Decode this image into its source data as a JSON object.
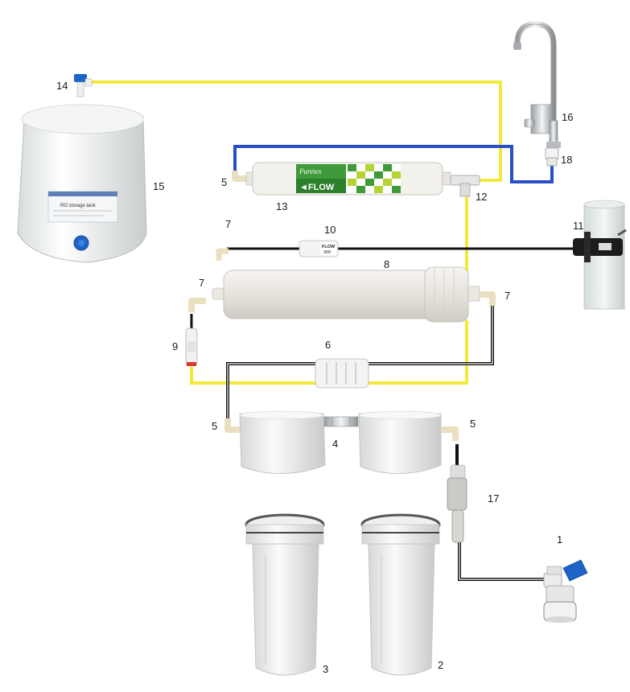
{
  "colors": {
    "yellow_tube": "#f2e93c",
    "blue_tube": "#2a4fc4",
    "black_tube": "#111111",
    "housing": "#eef0ef",
    "accent_blue": "#1e63c8",
    "green_block": "#3f9a3a",
    "lime_block": "#b5d334"
  },
  "labels": {
    "faucet": "16",
    "faucet_adapter": "18",
    "tank_valve": "14",
    "tank": "15",
    "postfilter_elbow": "5",
    "postfilter": "13",
    "tee": "12",
    "drain_elbow": "7",
    "flow_restrictor": "10",
    "drain_saddle": "11",
    "membrane_housing": "8",
    "membrane_elbow_left": "7",
    "membrane_elbow_right": "7",
    "check_valve": "9",
    "shutoff_valve": "6",
    "prefilter_elbow_left": "5",
    "nipple": "4",
    "prefilter_elbow_right": "5",
    "pressure_valve": "17",
    "housing_3": "3",
    "housing_2": "2",
    "feed_valve": "1"
  },
  "icons": {
    "faucet": "faucet-icon",
    "tank": "storage-tank-icon",
    "drain_saddle": "drain-pipe-icon",
    "feed_valve": "feed-valve-icon"
  },
  "postfilter_text": {
    "brand": "Puretex",
    "arrow_label": "◄FLOW"
  },
  "flow_restrictor_text": {
    "line1": "FLOW",
    "line2": "300"
  }
}
